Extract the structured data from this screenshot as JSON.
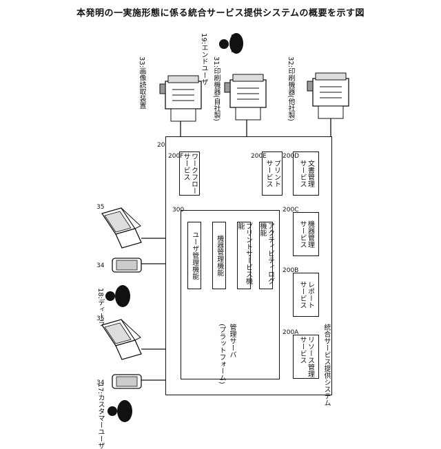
{
  "title": "本発明の一実施形態に係る統合サービス提供システムの概要を示す図",
  "system": {
    "label": "統合サービス提供システム",
    "ref": "20"
  },
  "server": {
    "label": "管理サーバ\n(プラットフォーム)",
    "ref": "300"
  },
  "server_functions": [
    "ユーザ管理機能",
    "機器管理機能",
    "プリントサービス機能",
    "アクティビティログ機能"
  ],
  "services": [
    {
      "label": "リソース管理\nサービス",
      "ref": "200A"
    },
    {
      "label": "レポート\nサービス",
      "ref": "200B"
    },
    {
      "label": "機器管理\nサービス",
      "ref": "200C"
    },
    {
      "label": "文書管理\nサービス",
      "ref": "200D"
    },
    {
      "label": "プリント\nサービス",
      "ref": "200E"
    },
    {
      "label": "ワークフロー\nサービス",
      "ref": "200F"
    }
  ],
  "devices": [
    {
      "label": "33:画像読取装置"
    },
    {
      "label": "31:印刷機器(自社製)"
    },
    {
      "label": "32:印刷機器(他社製)"
    }
  ],
  "users": [
    {
      "label": "17:カスタマーユーザ"
    },
    {
      "label": "18:ディーラ"
    },
    {
      "label": "19:エンドユーザ"
    }
  ],
  "terminal_refs": {
    "laptop": "35",
    "phone": "34"
  }
}
